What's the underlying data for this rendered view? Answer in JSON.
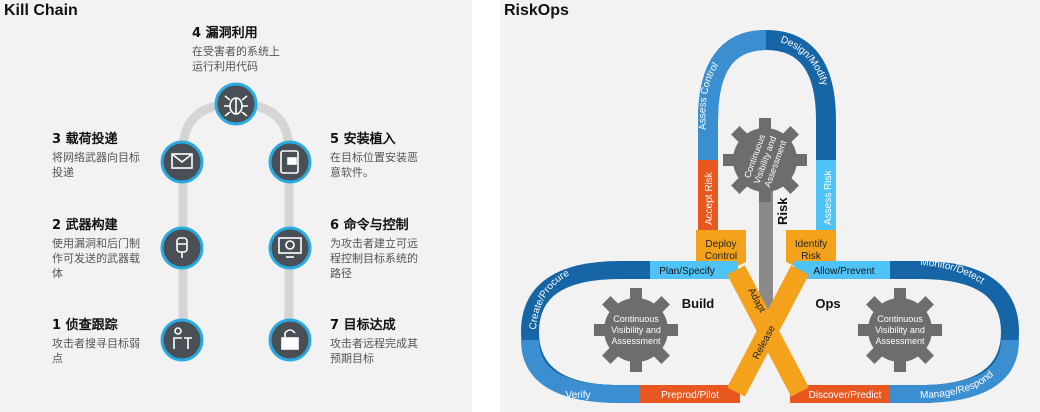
{
  "kill_chain": {
    "title": "Kill Chain",
    "steps": [
      {
        "title": "1 侦查跟踪",
        "desc": "攻击者搜寻目标弱点",
        "icon": "desk-person-icon"
      },
      {
        "title": "2 武器构建",
        "desc": "使用漏洞和后门制作可发送的武器载体",
        "icon": "bomb-icon"
      },
      {
        "title": "3 载荷投递",
        "desc": "将网络武器向目标投递",
        "icon": "envelope-icon"
      },
      {
        "title": "4 漏洞利用",
        "desc": "在受害者的系统上运行利用代码",
        "icon": "bug-icon"
      },
      {
        "title": "5 安装植入",
        "desc": "在目标位置安装恶意软件。",
        "icon": "tablet-install-icon"
      },
      {
        "title": "6 命令与控制",
        "desc": "为攻击者建立可远程控制目标系统的路径",
        "icon": "monitor-target-icon"
      },
      {
        "title": "7 目标达成",
        "desc": "攻击者远程完成其预期目标",
        "icon": "unlock-icon"
      }
    ],
    "colors": {
      "circle": "#4a4f55",
      "ring": "#29abe2",
      "track": "#d5d5d5"
    }
  },
  "riskops": {
    "title": "RiskOps",
    "risk_label": "Risk",
    "build_label": "Build",
    "ops_label": "Ops",
    "gear_text_left": [
      "Continuous",
      "Visibility and",
      "Assessment"
    ],
    "gear_text_right": [
      "Continuous",
      "Visibility and",
      "Assessment"
    ],
    "gear_text_top": [
      "Continuous",
      "Visibility and",
      "Assessment"
    ],
    "loop_labels": {
      "assess_control": "Assess Control",
      "design_modify": "Design/Modify",
      "accept_risk": "Accept Risk",
      "assess_risk": "Assess Risk",
      "deploy_control": [
        "Deploy",
        "Control"
      ],
      "identify_risk": [
        "Identify",
        "Risk"
      ],
      "plan_specify": "Plan/Specify",
      "allow_prevent": "Allow/Prevent",
      "create_procure": "Create/Procure",
      "monitor_detect": "Monitor/Detect",
      "verify": "Verify",
      "manage_respond": "Manage/Respond",
      "preprod_pilot": "Preprod/Pilot",
      "discover_predict": "Discover/Predict",
      "adapt": "Adapt",
      "release": "Release"
    },
    "colors": {
      "dark_blue": "#1565a7",
      "mid_blue": "#3b8fd1",
      "light_blue": "#4fc3f7",
      "orange": "#f4a21c",
      "red_orange": "#e8571f",
      "gray": "#8a8a8a",
      "gear": "#6d6d6d"
    }
  }
}
